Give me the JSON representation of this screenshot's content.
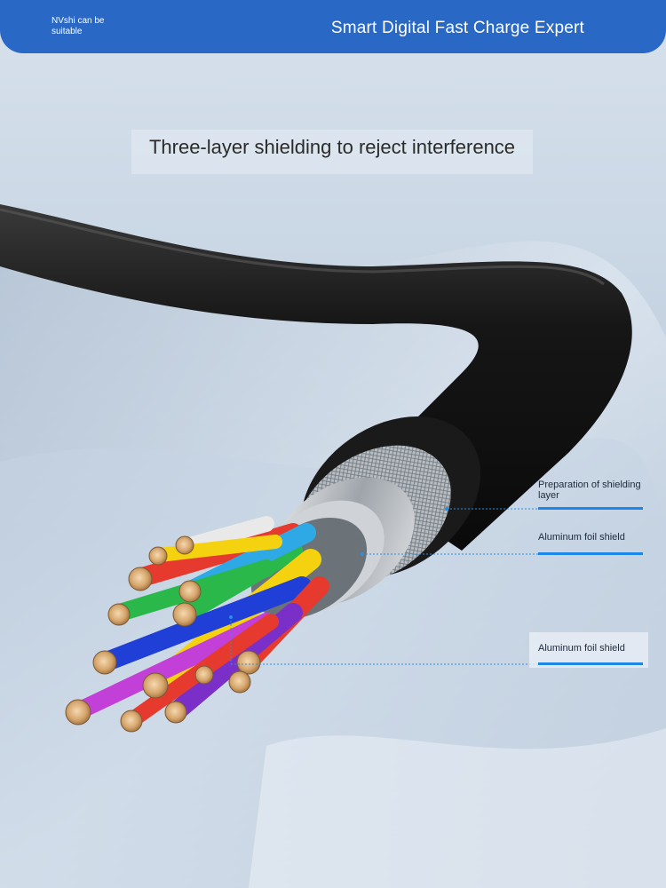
{
  "banner": {
    "brand": "NVshi can be suitable",
    "tagline": "Smart Digital Fast Charge Expert",
    "color": "#2a68c6"
  },
  "headline": "Three-layer shielding to reject interference",
  "callouts": [
    "Preparation of shielding layer",
    "Aluminum foil shield",
    "Aluminum foil shield"
  ],
  "accent_color": "#1d86e6",
  "illustration": {
    "subject": "cable-cross-section",
    "wire_colors": [
      "#e63a2e",
      "#f5d20f",
      "#2ea9e6",
      "#2bb84a",
      "#1f3fd6",
      "#7a2fc8",
      "#c23fd8",
      "#f2f2f2"
    ]
  }
}
